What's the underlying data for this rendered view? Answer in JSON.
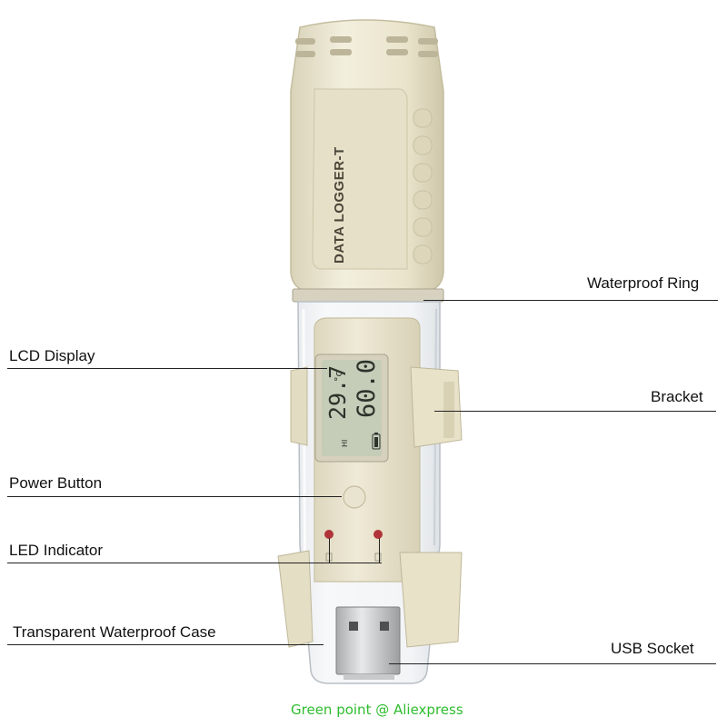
{
  "callouts": {
    "lcd_display": "LCD Display",
    "power_button": "Power Button",
    "led_indicator": "LED Indicator",
    "transparent_case": "Transparent Waterproof Case",
    "waterproof_ring": "Waterproof Ring",
    "bracket": "Bracket",
    "usb_socket": "USB Socket"
  },
  "device": {
    "brand_text": "DATA LOGGER-T",
    "lcd": {
      "temperature": "29.7",
      "temperature_unit": "°c",
      "humidity": "60.0",
      "mode": "HI"
    }
  },
  "watermark": {
    "text": "Green point @ Aliexpress"
  },
  "colors": {
    "body": "#ece7d2",
    "body_shadow": "#cfc8ad",
    "lcd_bg": "#c5ccb8",
    "lcd_digits": "#2d332b",
    "led": "#b0343a",
    "watermark": "#2ebd2e"
  }
}
